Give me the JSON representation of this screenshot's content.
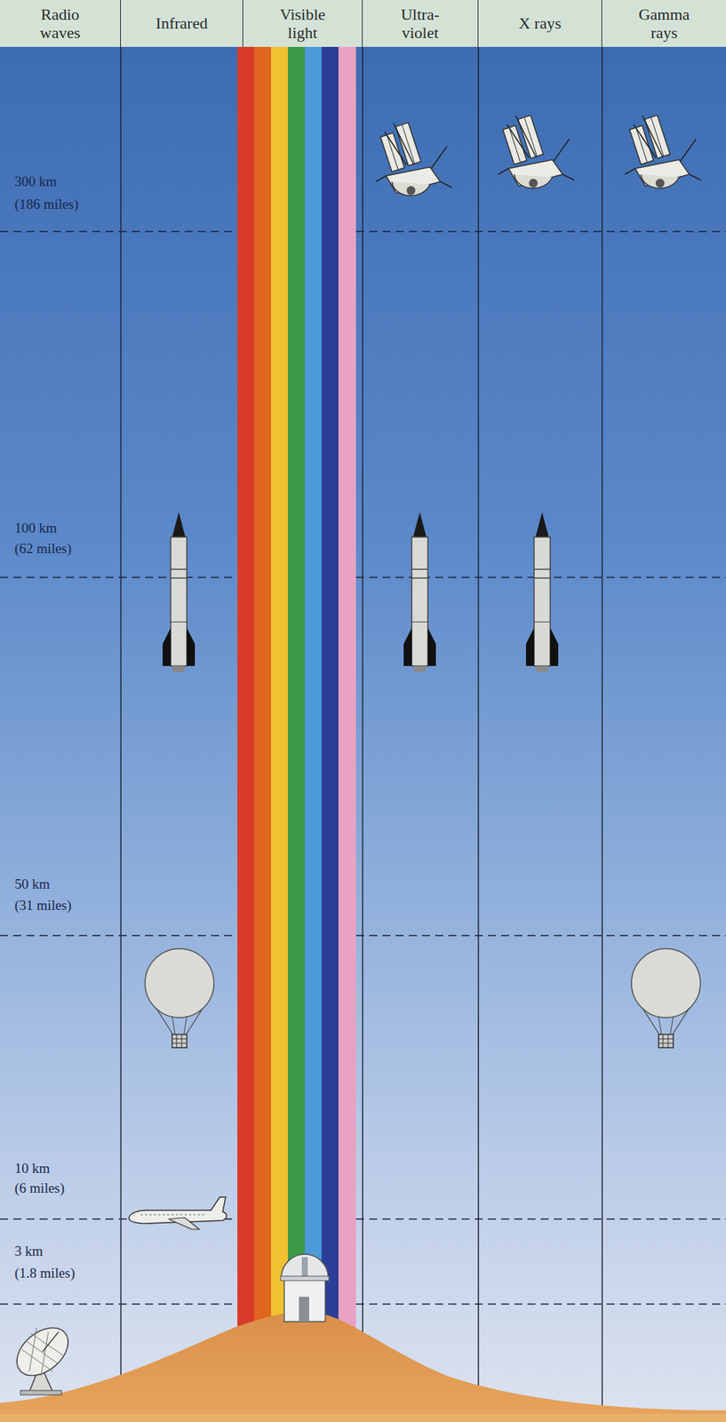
{
  "diagram": {
    "nodes": [
      {
        "text": [
          "Radio waves"
        ]
      },
      {
        "text": [
          "Infrared"
        ]
      },
      {
        "text": [
          "Visible light"
        ]
      },
      {
        "text": [
          "Ultra- violet"
        ]
      },
      {
        "text": [
          "X rays"
        ]
      },
      {
        "text": [
          "Gamma rays"
        ]
      }
    ],
    "labels": [
      "300 km",
      "(186 miles)",
      "100 km",
      "(62 miles)",
      "50 km",
      "(31 miles)",
      "10 km",
      "(6 miles)",
      "3 km",
      "(1.8 miles)"
    ]
  }
}
